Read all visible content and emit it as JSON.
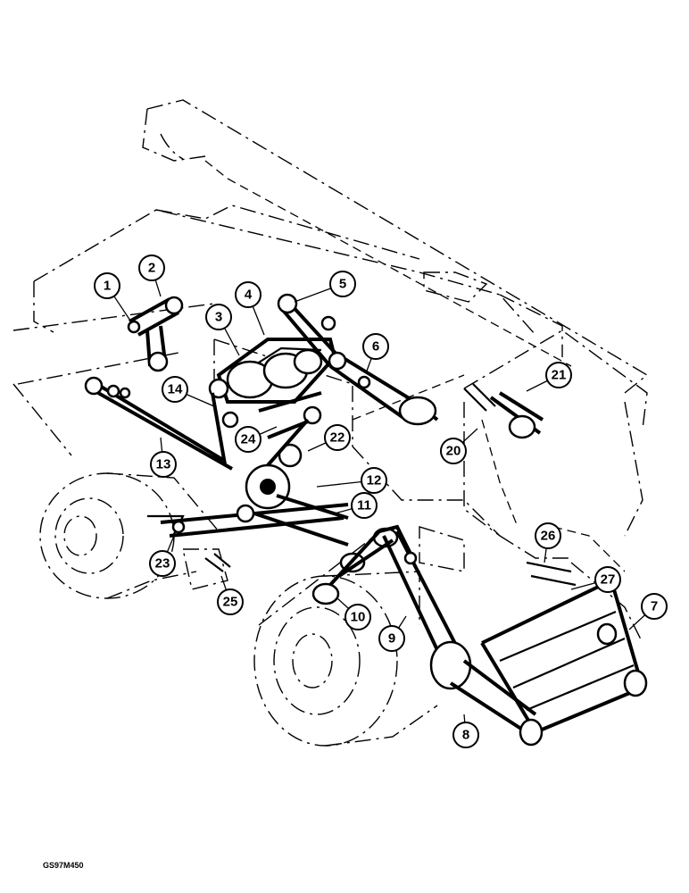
{
  "figure_code": "GS97M450",
  "callouts": [
    {
      "label": "1"
    },
    {
      "label": "2"
    },
    {
      "label": "3"
    },
    {
      "label": "4"
    },
    {
      "label": "5"
    },
    {
      "label": "6"
    },
    {
      "label": "21"
    },
    {
      "label": "14"
    },
    {
      "label": "24"
    },
    {
      "label": "22"
    },
    {
      "label": "20"
    },
    {
      "label": "13"
    },
    {
      "label": "12"
    },
    {
      "label": "11"
    },
    {
      "label": "23"
    },
    {
      "label": "26"
    },
    {
      "label": "27"
    },
    {
      "label": "7"
    },
    {
      "label": "25"
    },
    {
      "label": "10"
    },
    {
      "label": "9"
    },
    {
      "label": "8"
    }
  ]
}
